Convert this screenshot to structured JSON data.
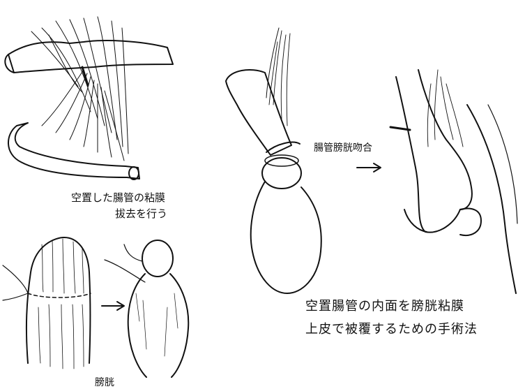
{
  "labels": {
    "excision_line1": "空置した腸管の粘膜",
    "excision_line2": "拔去を行う",
    "anastomosis": "腸管膀胱吻合",
    "bladder": "膀胱",
    "caption_line1": "空置腸管の内面を膀胱粘膜",
    "caption_line2": "上皮で被覆するための手術法"
  },
  "colors": {
    "ink": "#111111",
    "paper": "#ffffff"
  }
}
